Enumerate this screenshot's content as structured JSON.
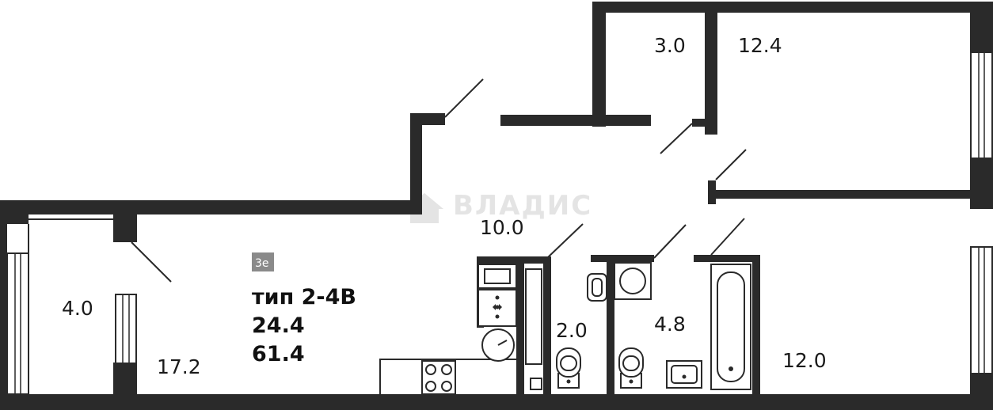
{
  "watermark": {
    "text": "ВЛАДИС"
  },
  "apartment": {
    "badge": "3e",
    "type_label": "тип 2-4В",
    "living_area": "24.4",
    "total_area": "61.4"
  },
  "rooms": {
    "closet": "3.0",
    "bedroom": "12.4",
    "hall": "10.0",
    "balcony": "4.0",
    "kitchen_living": "17.2",
    "wc": "2.0",
    "bathroom": "4.8",
    "room": "12.0"
  },
  "colors": {
    "wall": "#2a2a2a",
    "watermark": "#e4e4e4",
    "badge": "#8a8a8a"
  }
}
